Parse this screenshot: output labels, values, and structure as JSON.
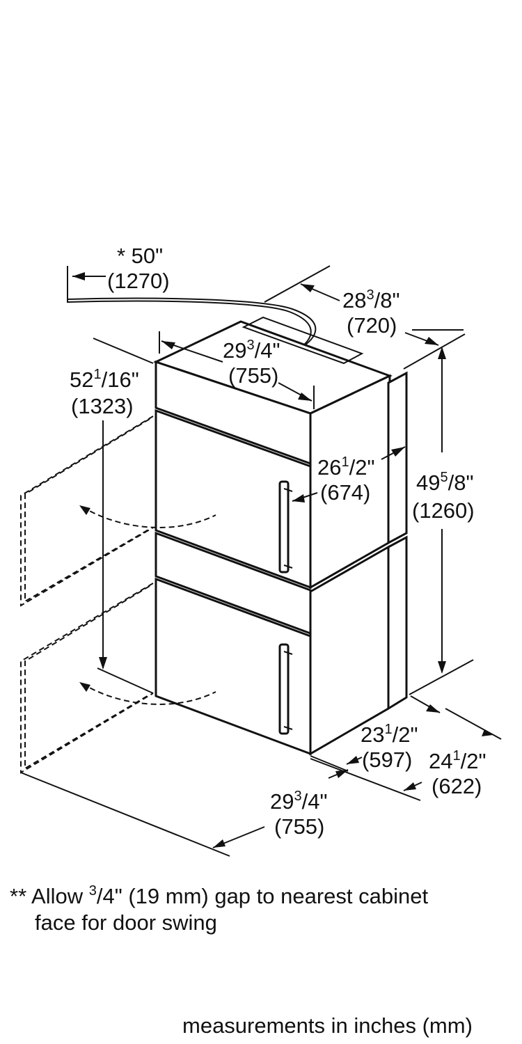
{
  "dimensions": {
    "cord_length": {
      "line1": "* 50\"",
      "line2": "(1270)"
    },
    "top_depth": {
      "whole": "28",
      "frac_num": "3",
      "frac_den": "/8\"",
      "mm": "(720)"
    },
    "top_width": {
      "whole": "29",
      "frac_num": "3",
      "frac_den": "/4\"",
      "mm": "(755)"
    },
    "total_height": {
      "whole": "52",
      "frac_num": "1",
      "frac_den": "/16\"",
      "mm": "(1323)"
    },
    "door_offset": {
      "whole": "26",
      "frac_num": "1",
      "frac_den": "/2\"",
      "mm": "(674)"
    },
    "cabinet_height": {
      "whole": "49",
      "frac_num": "5",
      "frac_den": "/8\"",
      "mm": "(1260)"
    },
    "body_depth": {
      "whole": "23",
      "frac_num": "1",
      "frac_den": "/2\"",
      "mm": "(597)"
    },
    "overall_depth": {
      "whole": "24",
      "frac_num": "1",
      "frac_den": "/2\"",
      "mm": "(622)"
    },
    "bottom_width": {
      "whole": "29",
      "frac_num": "3",
      "frac_den": "/4\"",
      "mm": "(755)"
    }
  },
  "footnote": {
    "prefix": "** Allow ",
    "frac_num": "3",
    "rest": "/4\" (19 mm) gap to nearest cabinet",
    "line2": "face for door swing"
  },
  "units_note": "measurements in inches (mm)"
}
